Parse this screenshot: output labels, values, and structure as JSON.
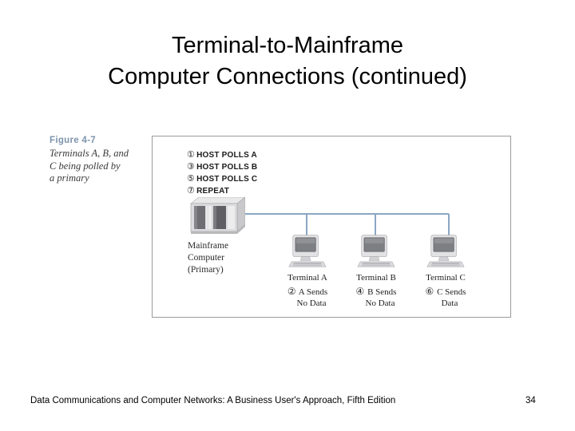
{
  "slide": {
    "title_line1": "Terminal-to-Mainframe",
    "title_line2": "Computer Connections (continued)"
  },
  "figure": {
    "number": "Figure 4-7",
    "caption_line1": "Terminals A, B, and",
    "caption_line2": "C being polled by",
    "caption_line3": "a primary",
    "border_color": "#9a9a9a",
    "figure_number_color": "#7d93ab",
    "bus_color": "#8ba7c4",
    "poll_sequence": [
      {
        "marker": "①",
        "text": "HOST POLLS  A"
      },
      {
        "marker": "③",
        "text": "HOST POLLS B"
      },
      {
        "marker": "⑤",
        "text": "HOST POLLS C"
      },
      {
        "marker": "⑦",
        "text": "REPEAT"
      }
    ],
    "mainframe": {
      "label_line1": "Mainframe",
      "label_line2": "Computer",
      "label_line3": "(Primary)",
      "icon": "mainframe-cabinet-icon"
    },
    "terminals": [
      {
        "name": "Terminal A",
        "marker": "②",
        "status_line1": "A Sends",
        "status_line2": "No Data",
        "icon": "crt-terminal-icon"
      },
      {
        "name": "Terminal B",
        "marker": "④",
        "status_line1": "B Sends",
        "status_line2": "No Data",
        "icon": "crt-terminal-icon"
      },
      {
        "name": "Terminal C",
        "marker": "⑥",
        "status_line1": "C Sends",
        "status_line2": "Data",
        "icon": "crt-terminal-icon"
      }
    ]
  },
  "footer": {
    "text": "Data Communications and Computer Networks: A Business User's Approach, Fifth Edition",
    "page_number": "34"
  }
}
